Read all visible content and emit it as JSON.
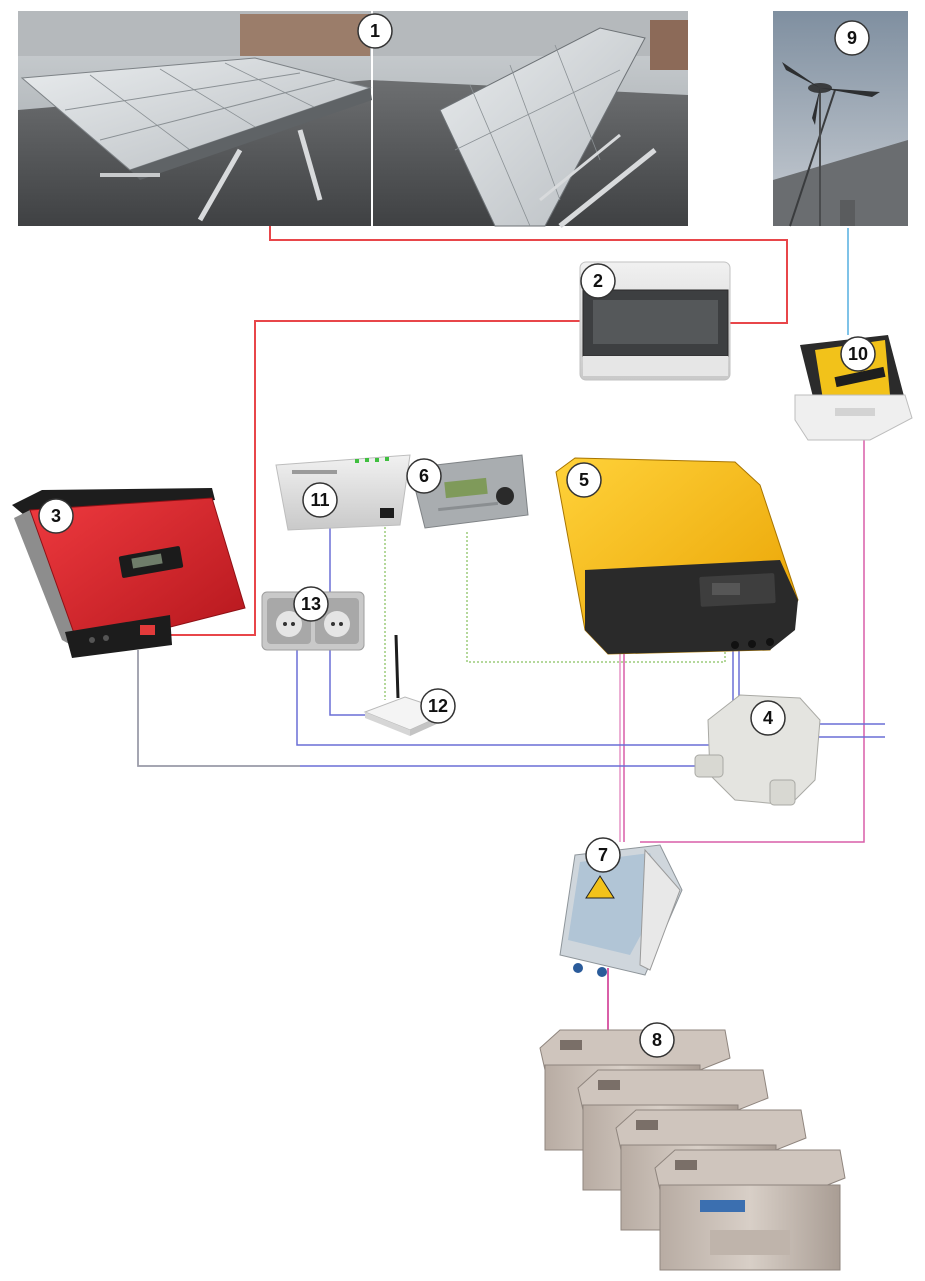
{
  "components": [
    {
      "number": "1",
      "name": "solar-panels-photo"
    },
    {
      "number": "2",
      "name": "distribution-box"
    },
    {
      "number": "3",
      "name": "grid-inverter"
    },
    {
      "number": "4",
      "name": "junction-box"
    },
    {
      "number": "5",
      "name": "battery-inverter"
    },
    {
      "number": "6",
      "name": "display-unit"
    },
    {
      "number": "7",
      "name": "battery-fuse-box"
    },
    {
      "number": "8",
      "name": "battery-bank"
    },
    {
      "number": "9",
      "name": "wind-turbine-photo"
    },
    {
      "number": "10",
      "name": "charge-controller"
    },
    {
      "number": "11",
      "name": "webbox-device"
    },
    {
      "number": "12",
      "name": "wifi-router"
    },
    {
      "number": "13",
      "name": "power-sockets"
    }
  ],
  "colors": {
    "dc_line": "#e8464a",
    "ac_line": "#6a6fd6",
    "battery_line": "#d95fa8",
    "wind_line": "#7fc3e8",
    "data_line": "#9ccc7a",
    "grey_line": "#a0a0a0",
    "inverter_red": "#d9222a",
    "inverter_yellow": "#f7b500"
  },
  "icons": [
    "warning-icon",
    "antenna-icon",
    "knob-icon"
  ]
}
